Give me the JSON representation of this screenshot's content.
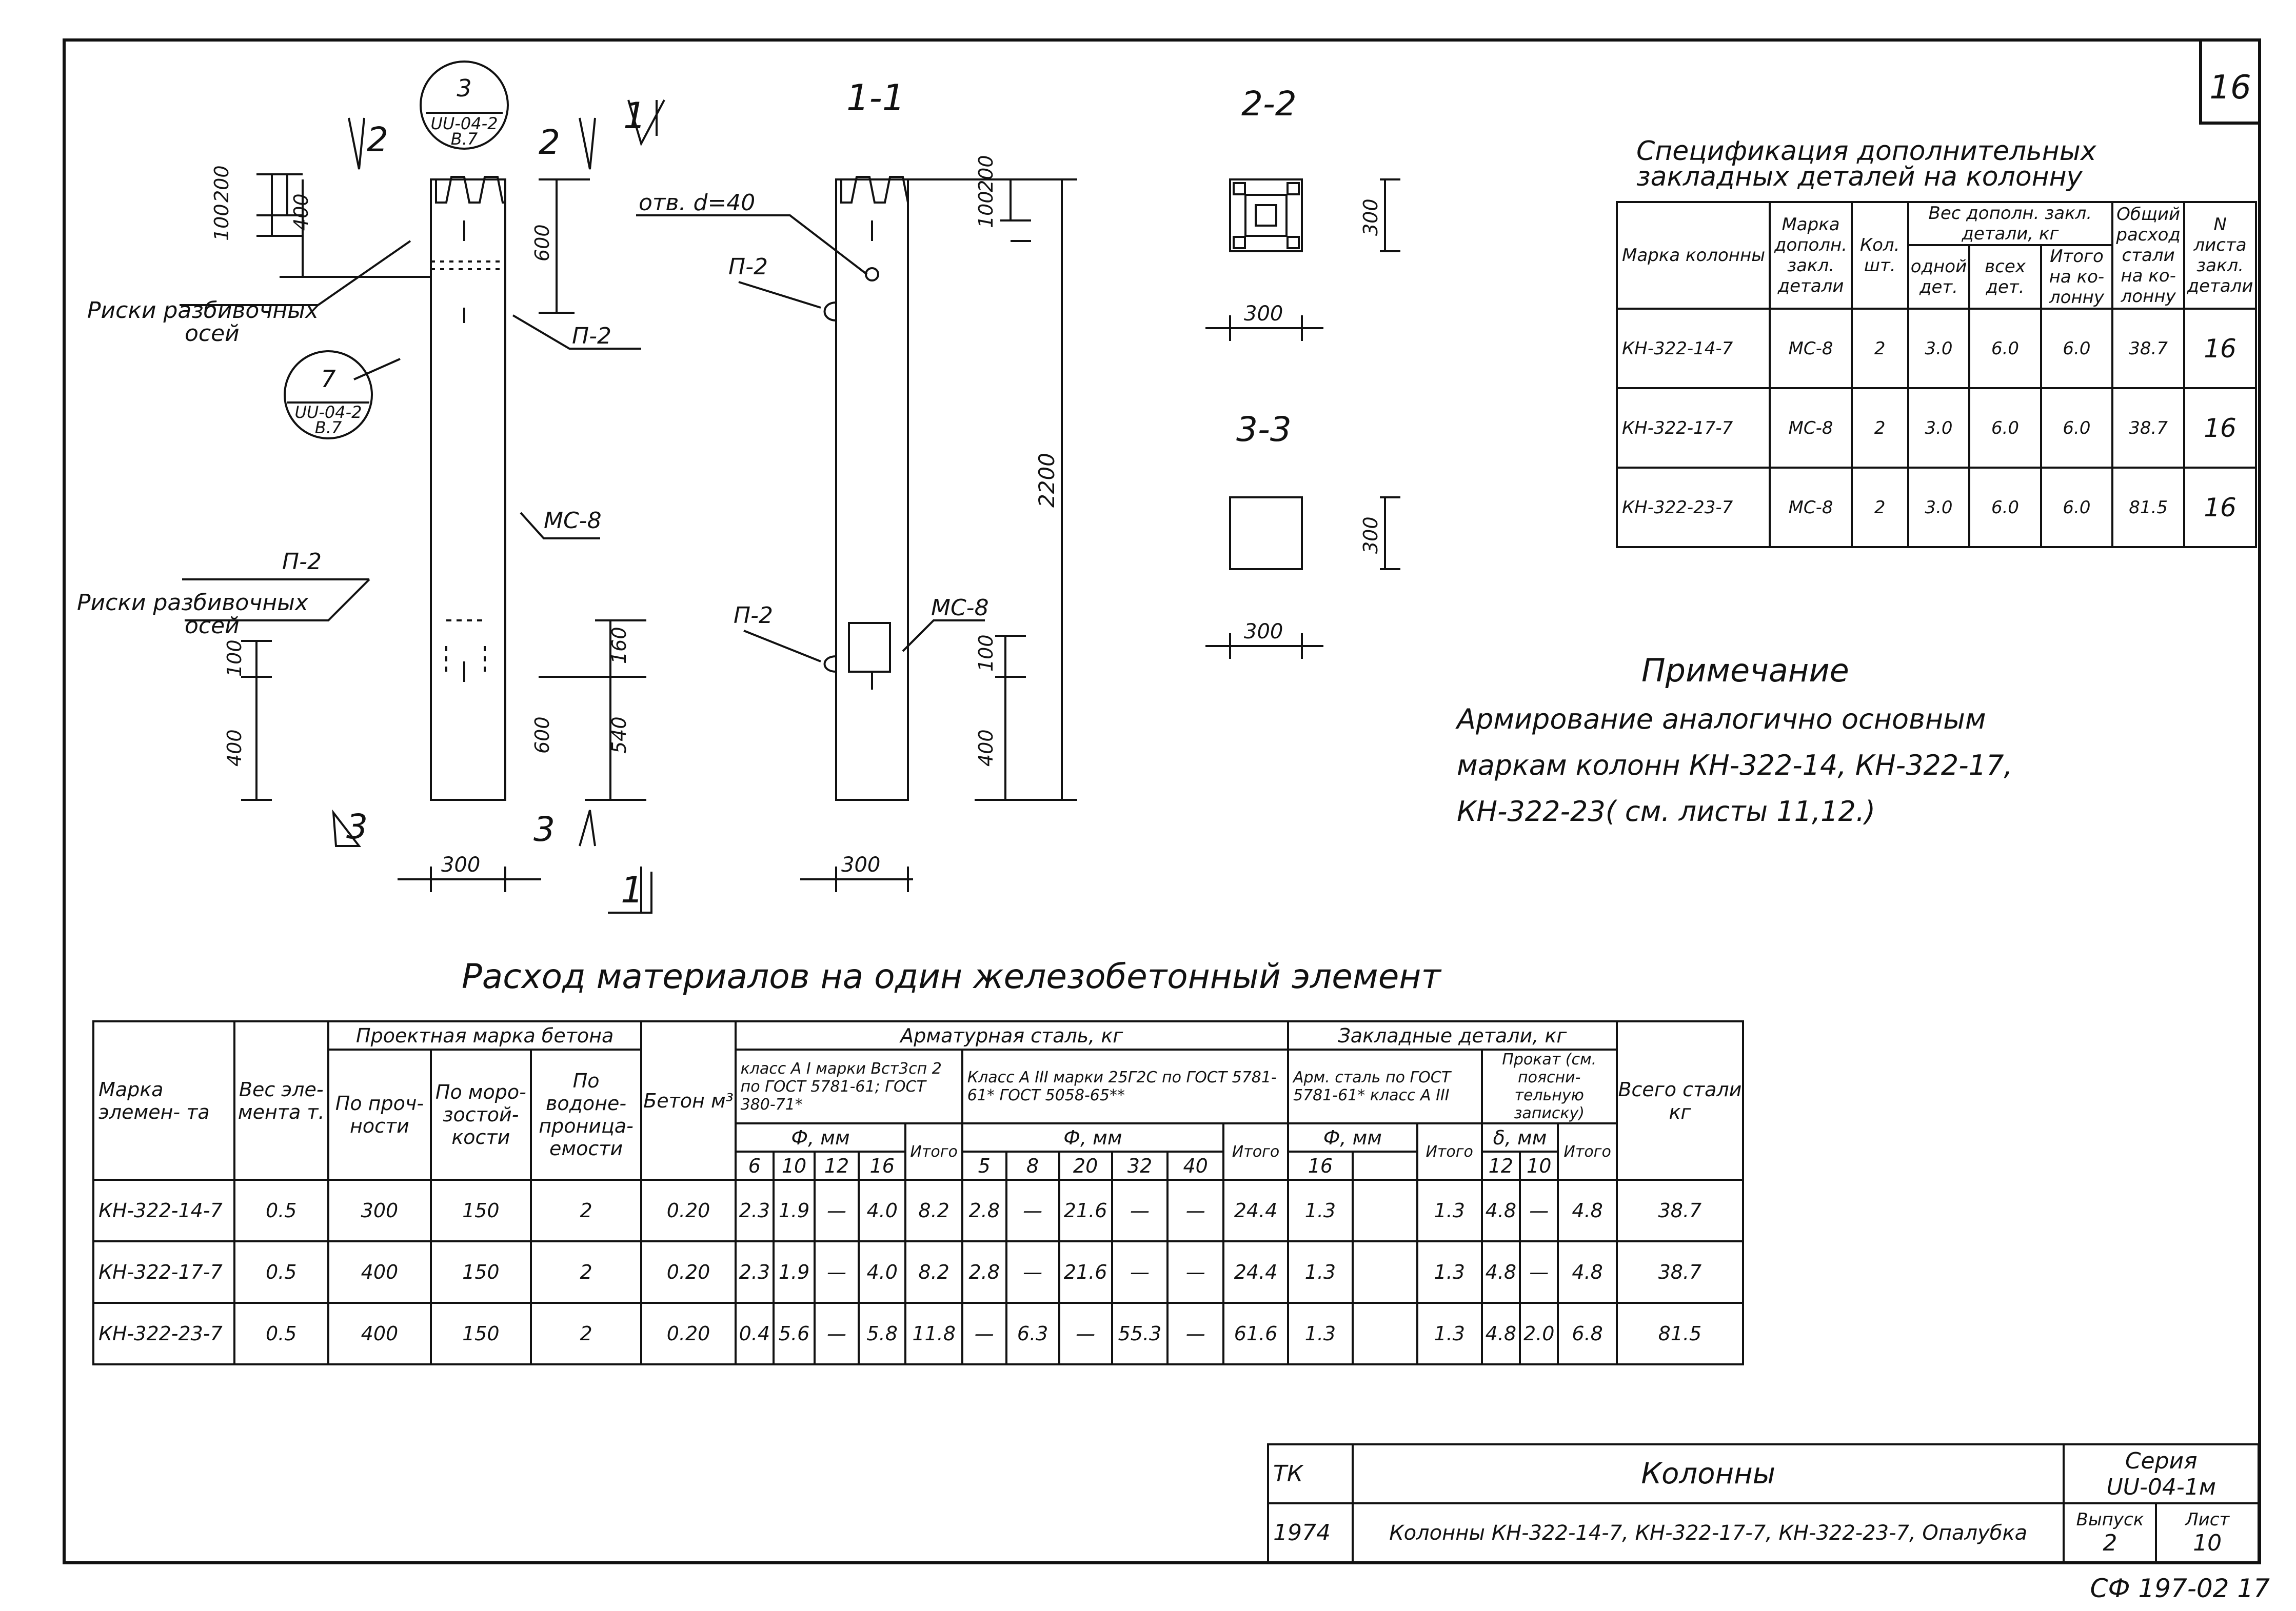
{
  "sheet_number": "16",
  "stamp_code": "СФ 197-02 17",
  "drawing": {
    "sec1": "1",
    "sec2": "2",
    "sec3": "3",
    "sec11_title": "1-1",
    "sec22_title": "2-2",
    "sec33_title": "3-3",
    "callout_top": {
      "num": "3",
      "ref": "UU-04-2",
      "sheet": "B.7"
    },
    "callout_mid": {
      "num": "7",
      "ref": "UU-04-2",
      "sheet": "B.7"
    },
    "risks_label_1": "Риски разбивочных",
    "axes_label_1": "осей",
    "risks_label_2": "Риски разбивочных",
    "axes_label_2": "осей",
    "n2": "П-2",
    "mc8": "МС-8",
    "hole_label": "отв. d=40",
    "dims": {
      "d100": "100",
      "d200": "200",
      "d400": "400",
      "d600": "600",
      "d160": "160",
      "d540": "540",
      "d300": "300",
      "d2200": "2200"
    }
  },
  "spec": {
    "title1": "Спецификация дополнительных",
    "title2": "закладных деталей на колонну",
    "h_mark": "Марка колонны",
    "h_dmark": "Марка дополн. закл. детали",
    "h_qty": "Кол. шт.",
    "h_weight": "Вес дополн. закл. детали, кг",
    "h_one": "одной дет.",
    "h_all": "всех дет.",
    "h_total": "Итого на ко- лонну",
    "h_steel": "Общий расход стали на ко- лонну",
    "h_sheet": "N листа закл. детали",
    "rows": [
      {
        "mark": "КН-322-14-7",
        "det": "МС-8",
        "qty": "2",
        "one": "3.0",
        "all": "6.0",
        "total": "6.0",
        "steel": "38.7",
        "sheet": "16"
      },
      {
        "mark": "КН-322-17-7",
        "det": "МС-8",
        "qty": "2",
        "one": "3.0",
        "all": "6.0",
        "total": "6.0",
        "steel": "38.7",
        "sheet": "16"
      },
      {
        "mark": "КН-322-23-7",
        "det": "МС-8",
        "qty": "2",
        "one": "3.0",
        "all": "6.0",
        "total": "6.0",
        "steel": "81.5",
        "sheet": "16"
      }
    ]
  },
  "note": {
    "title": "Примечание",
    "line1": "Армирование аналогично основным",
    "line2": "маркам колонн КН-322-14, КН-322-17,",
    "line3": "КН-322-23( см. листы 11,12.)"
  },
  "materials": {
    "title": "Расход материалов на один железобетонный элемент",
    "h_mark": "Марка элемен- та",
    "h_weight": "Вес эле- мента т.",
    "h_design": "Проектная марка бетона",
    "h_strength": "По проч- ности",
    "h_frost": "По моро- зостой- кости",
    "h_water": "По водоне- проница- емости",
    "h_concrete": "Бетон м³",
    "h_rebar": "Арматурная сталь, кг",
    "h_ai": "класс А I марки Вст3сп 2 по ГОСТ 5781-61; ГОСТ 380-71*",
    "h_aiii": "Класс А III марки 25Г2С по ГОСТ 5781-61* ГОСТ 5058-65**",
    "h_embed": "Закладные детали, кг",
    "h_arm": "Арм. сталь по ГОСТ 5781-61* класс А III",
    "h_prokat": "Прокат (см. поясни- тельную записку)",
    "h_phi": "Ф, мм",
    "h_delta": "δ, мм",
    "h_itogo": "Итого",
    "h_allsteel": "Всего стали кг",
    "d_ai": [
      "6",
      "10",
      "12",
      "16"
    ],
    "d_aiii": [
      "5",
      "8",
      "20",
      "32",
      "40"
    ],
    "d_arm": [
      "16",
      ""
    ],
    "d_prokat": [
      "12",
      "10"
    ],
    "rows": [
      [
        "КН-322-14-7",
        "0.5",
        "300",
        "150",
        "2",
        "0.20",
        "2.3",
        "1.9",
        "—",
        "4.0",
        "8.2",
        "2.8",
        "—",
        "21.6",
        "—",
        "—",
        "24.4",
        "1.3",
        "",
        "1.3",
        "4.8",
        "—",
        "4.8",
        "38.7"
      ],
      [
        "КН-322-17-7",
        "0.5",
        "400",
        "150",
        "2",
        "0.20",
        "2.3",
        "1.9",
        "—",
        "4.0",
        "8.2",
        "2.8",
        "—",
        "21.6",
        "—",
        "—",
        "24.4",
        "1.3",
        "",
        "1.3",
        "4.8",
        "—",
        "4.8",
        "38.7"
      ],
      [
        "КН-322-23-7",
        "0.5",
        "400",
        "150",
        "2",
        "0.20",
        "0.4",
        "5.6",
        "—",
        "5.8",
        "11.8",
        "—",
        "6.3",
        "—",
        "55.3",
        "—",
        "61.6",
        "1.3",
        "",
        "1.3",
        "4.8",
        "2.0",
        "6.8",
        "81.5"
      ]
    ]
  },
  "stamp": {
    "tk": "ТК",
    "year": "1974",
    "title": "Колонны",
    "subtitle": "Колонны КН-322-14-7, КН-322-17-7, КН-322-23-7, Опалубка",
    "series_label": "Серия",
    "series": "UU-04-1м",
    "issue_label": "Выпуск",
    "issue": "2",
    "sheet_label": "Лист",
    "sheet": "10"
  }
}
